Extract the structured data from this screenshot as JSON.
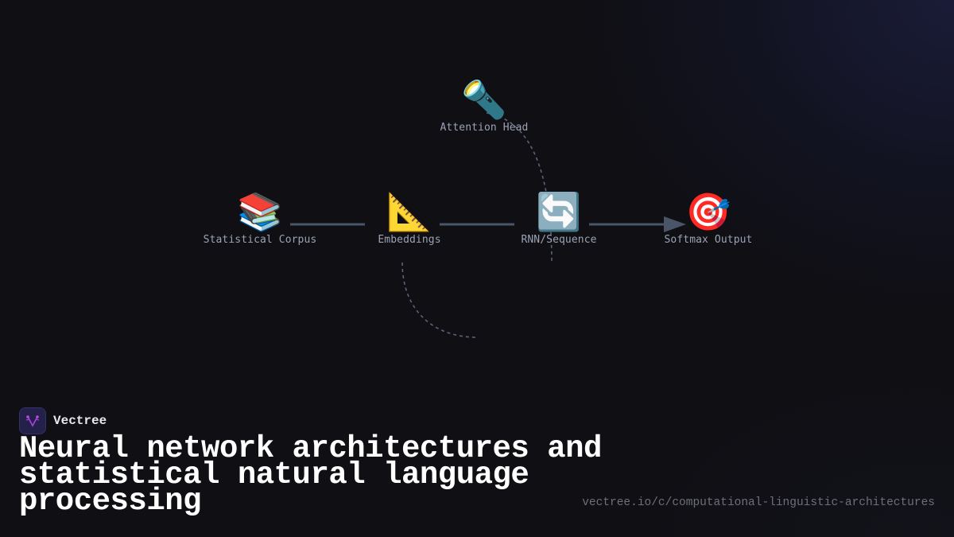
{
  "diagram": {
    "nodes": [
      {
        "id": "corpus",
        "label": "Statistical Corpus",
        "icon": "📚",
        "icon_name": "books-icon"
      },
      {
        "id": "embeddings",
        "label": "Embeddings",
        "icon": "📐",
        "icon_name": "triangular-ruler-icon"
      },
      {
        "id": "rnn",
        "label": "RNN/Sequence",
        "icon": "🔄",
        "icon_name": "cycle-arrows-icon"
      },
      {
        "id": "softmax",
        "label": "Softmax Output",
        "icon": "🎯",
        "icon_name": "target-icon"
      },
      {
        "id": "attention",
        "label": "Attention Head",
        "icon": "🔦",
        "icon_name": "flashlight-icon"
      }
    ],
    "edges": [
      {
        "from": "corpus",
        "to": "embeddings",
        "style": "solid"
      },
      {
        "from": "embeddings",
        "to": "rnn",
        "style": "solid"
      },
      {
        "from": "rnn",
        "to": "softmax",
        "style": "solid-arrow"
      },
      {
        "from": "attention",
        "to": "rnn",
        "style": "dashed"
      },
      {
        "from": "embeddings",
        "to": "below",
        "style": "dashed"
      }
    ],
    "colors": {
      "edge": "#4a5568",
      "dashed_edge": "#5a6478",
      "label": "#9ba3b4",
      "background": "#0f0f14"
    }
  },
  "brand": {
    "name": "Vectree",
    "logo_color": "#a23fd6",
    "logo_bg": "#23204a"
  },
  "title": "Neural network architectures and statistical natural language processing",
  "url": "vectree.io/c/computational-linguistic-architectures"
}
